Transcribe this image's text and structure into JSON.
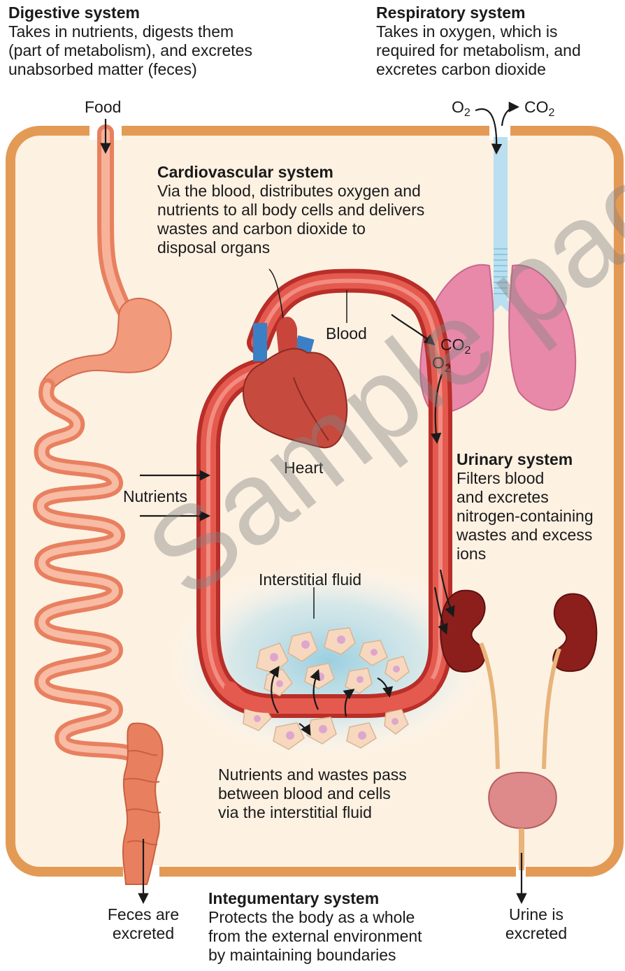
{
  "digestive": {
    "title": "Digestive system",
    "lines": [
      "Takes in nutrients, digests them",
      "(part of metabolism), and excretes",
      "unabsorbed matter (feces)"
    ]
  },
  "respiratory": {
    "title": "Respiratory system",
    "lines": [
      "Takes in oxygen, which is",
      "required for metabolism, and",
      "excretes carbon dioxide"
    ]
  },
  "cardiovascular": {
    "title": "Cardiovascular system",
    "lines": [
      "Via the blood, distributes oxygen and",
      "nutrients to all body cells and delivers",
      "wastes and carbon dioxide to",
      "disposal organs"
    ]
  },
  "urinary": {
    "title": "Urinary system",
    "lines": [
      "Filters blood",
      "and excretes",
      "nitrogen-containing",
      "wastes and excess",
      "ions"
    ]
  },
  "integumentary": {
    "title": "Integumentary system",
    "lines": [
      "Protects the body as a whole",
      "from the external environment",
      "by maintaining boundaries"
    ]
  },
  "labels": {
    "food": "Food",
    "blood": "Blood",
    "heart": "Heart",
    "nutrients": "Nutrients",
    "interstitial": "Interstitial fluid",
    "exchange": [
      "Nutrients and wastes pass",
      "between blood and cells",
      "via the interstitial fluid"
    ],
    "feces": [
      "Feces are",
      "excreted"
    ],
    "urine": [
      "Urine is",
      "excreted"
    ]
  },
  "chem": {
    "o2_base": "O",
    "o2_sub": "2",
    "co2_base": "CO",
    "co2_sub": "2"
  },
  "watermark": "Sample pages",
  "colors": {
    "body_border": "#e39a55",
    "body_fill": "#fdf1e2",
    "blood_vessel": "#d9453c",
    "digestive": "#f19a7c",
    "lung": "#e889a9",
    "kidney": "#8c1f1c",
    "interstitial": "#a9d7e6",
    "trachea": "#b9dff0"
  }
}
